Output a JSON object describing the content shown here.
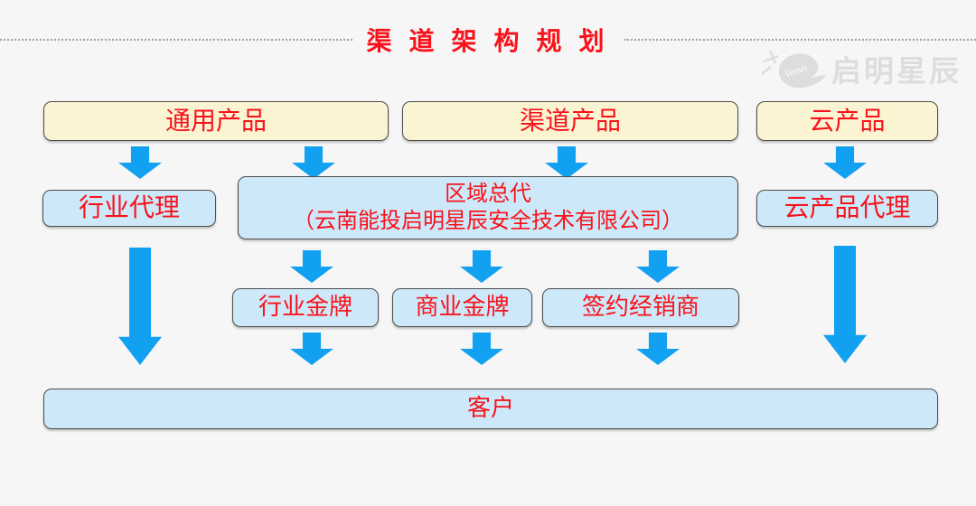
{
  "title": "渠 道 架 构 规 划",
  "logo": {
    "brand": "启明星辰",
    "mark_text": "Venus"
  },
  "nodes": {
    "general_products": "通用产品",
    "channel_products": "渠道产品",
    "cloud_products": "云产品",
    "industry_agent": "行业代理",
    "regional_master_line1": "区域总代",
    "regional_master_line2": "（云南能投启明星辰安全技术有限公司）",
    "cloud_product_agent": "云产品代理",
    "industry_gold": "行业金牌",
    "commercial_gold": "商业金牌",
    "signed_reseller": "签约经销商",
    "customer": "客户"
  },
  "colors": {
    "background": "#F6F6F6",
    "arrow_blue": "#12A1F1",
    "box_blue_fill": "#CDE9F9",
    "box_yellow_fill": "#FBF4D2",
    "box_border_gray": "#4D4D4D",
    "text_red": "#F9121A",
    "dotted_rule_gray": "#9AA2B4",
    "logo_gray": "#DCDCDC"
  }
}
